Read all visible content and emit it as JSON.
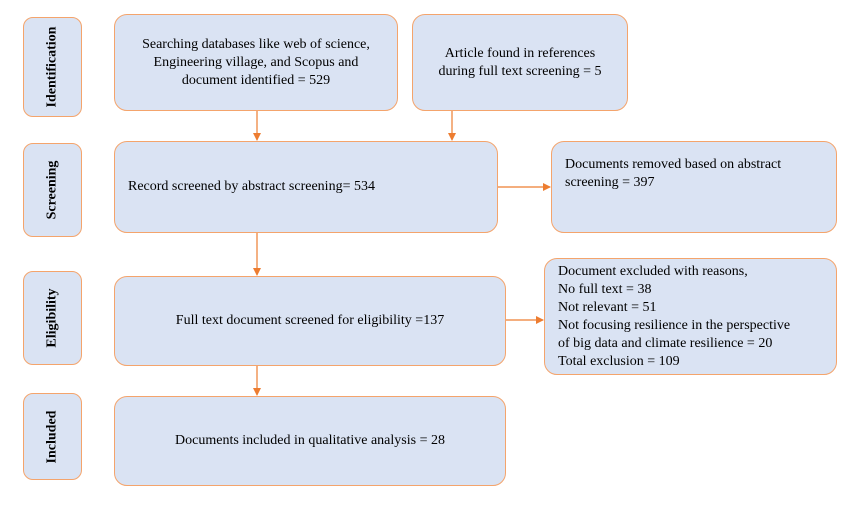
{
  "stages": {
    "identification": "Identification",
    "screening": "Screening",
    "eligibility": "Eligibility",
    "included": "Included"
  },
  "boxes": {
    "databases": [
      "Searching databases like web of science,",
      "Engineering village, and Scopus and",
      "document identified = 529"
    ],
    "references": [
      "Article found in references",
      "during full text screening = 5"
    ],
    "screened": "Record screened by abstract screening= 534",
    "removed": [
      "Documents removed based on abstract",
      "screening = 397"
    ],
    "fulltext": "Full text document screened for eligibility =137",
    "excluded": [
      "Document excluded with reasons,",
      "No full text = 38",
      "Not relevant = 51",
      "Not focusing resilience in the perspective",
      "of big data and climate resilience = 20",
      "Total exclusion = 109"
    ],
    "included": "Documents included in qualitative analysis = 28"
  },
  "colors": {
    "box_fill": "#dae3f3",
    "border": "#f4a46c",
    "arrow": "#ed7d31"
  }
}
